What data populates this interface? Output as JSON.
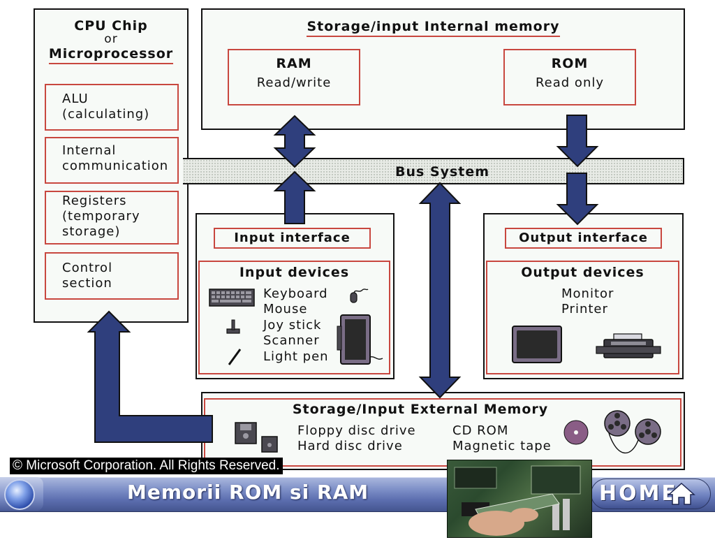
{
  "cpu": {
    "title_line1": "CPU Chip",
    "title_line2": "or",
    "title_line3": "Microprocessor",
    "items": [
      {
        "line1": "ALU",
        "line2": "(calculating)",
        "line3": ""
      },
      {
        "line1": "Internal",
        "line2": "communication",
        "line3": ""
      },
      {
        "line1": "Registers",
        "line2": "(temporary",
        "line3": "storage)"
      },
      {
        "line1": "Control",
        "line2": "section",
        "line3": ""
      }
    ]
  },
  "internal_memory": {
    "title": "Storage/input  Internal memory",
    "ram": {
      "title": "RAM",
      "subtitle": "Read/write"
    },
    "rom": {
      "title": "ROM",
      "subtitle": "Read only"
    }
  },
  "bus": {
    "label": "Bus System"
  },
  "input": {
    "interface_label": "Input interface",
    "devices_title": "Input devices",
    "devices": [
      "Keyboard",
      "Mouse",
      "Joy stick",
      "Scanner",
      "Light pen"
    ]
  },
  "output": {
    "interface_label": "Output interface",
    "devices_title": "Output devices",
    "devices": [
      "Monitor",
      "Printer"
    ]
  },
  "external_memory": {
    "title": "Storage/Input External Memory",
    "col1": [
      "Floppy disc drive",
      "Hard disc drive"
    ],
    "col2": [
      "CD ROM",
      "Magnetic tape"
    ]
  },
  "footer": {
    "copyright": "© Microsoft Corporation. All Rights Reserved.",
    "title": "Memorii ROM si RAM",
    "home": "HOME"
  },
  "colors": {
    "arrow_fill": "#2f3f7d",
    "red_border": "#c8473f",
    "footer_blue": "#5d6fb0"
  }
}
